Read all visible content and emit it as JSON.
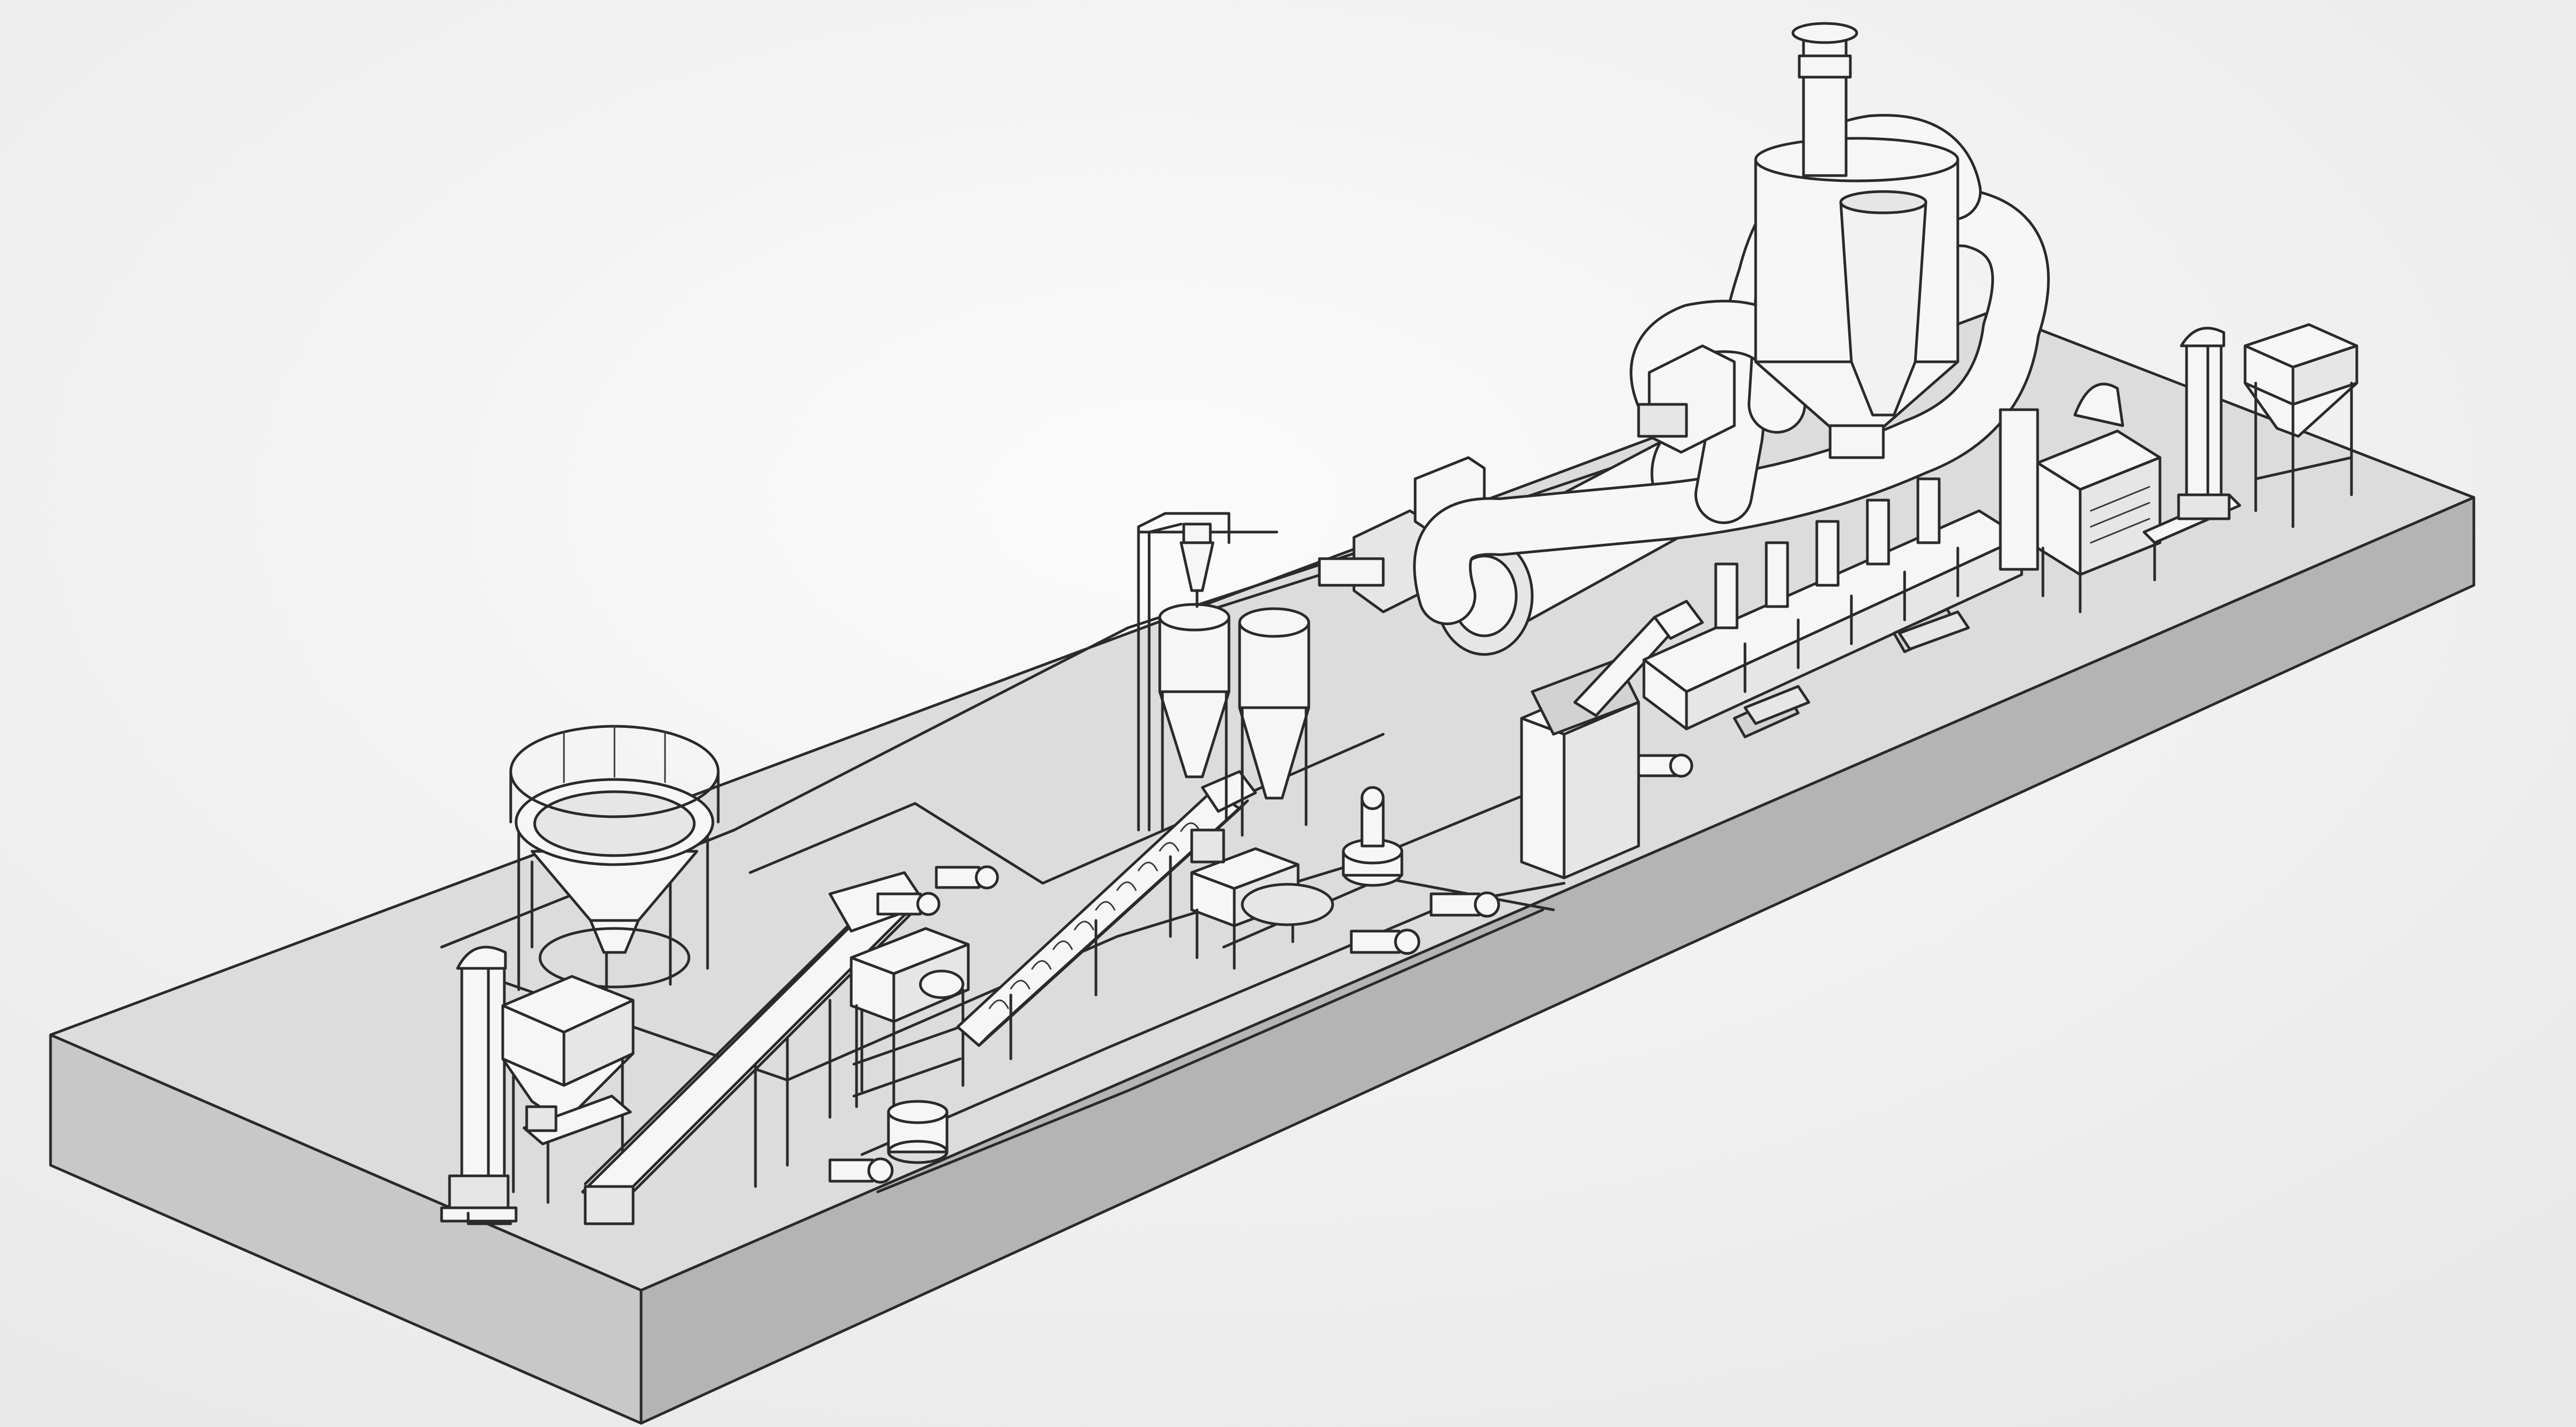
{
  "scene": {
    "description_visible_text": "",
    "colors": {
      "background": "#f4f4f4",
      "slab_top": "#dcdcdc",
      "slab_front": "#c8c8c8",
      "slab_side": "#b4b4b4",
      "equipment_fill": "#f6f6f6",
      "outline": "#2a2a2a"
    },
    "equipment": [
      "bucket-elevator-left",
      "feed-hopper-left",
      "water-tank-circular",
      "inclined-belt-conveyor",
      "washing-machine-1",
      "screw-conveyor-long",
      "washing-machine-2",
      "cyclone-tank-1",
      "cyclone-tank-2",
      "agitator-mixer",
      "pump-set",
      "control-cabinet",
      "rotary-dryer-drum",
      "cyclone-dust-collector",
      "exhaust-chimney",
      "vibrating-fluid-bed",
      "vibrating-screen",
      "bucket-elevator-right",
      "product-hopper-right"
    ]
  }
}
